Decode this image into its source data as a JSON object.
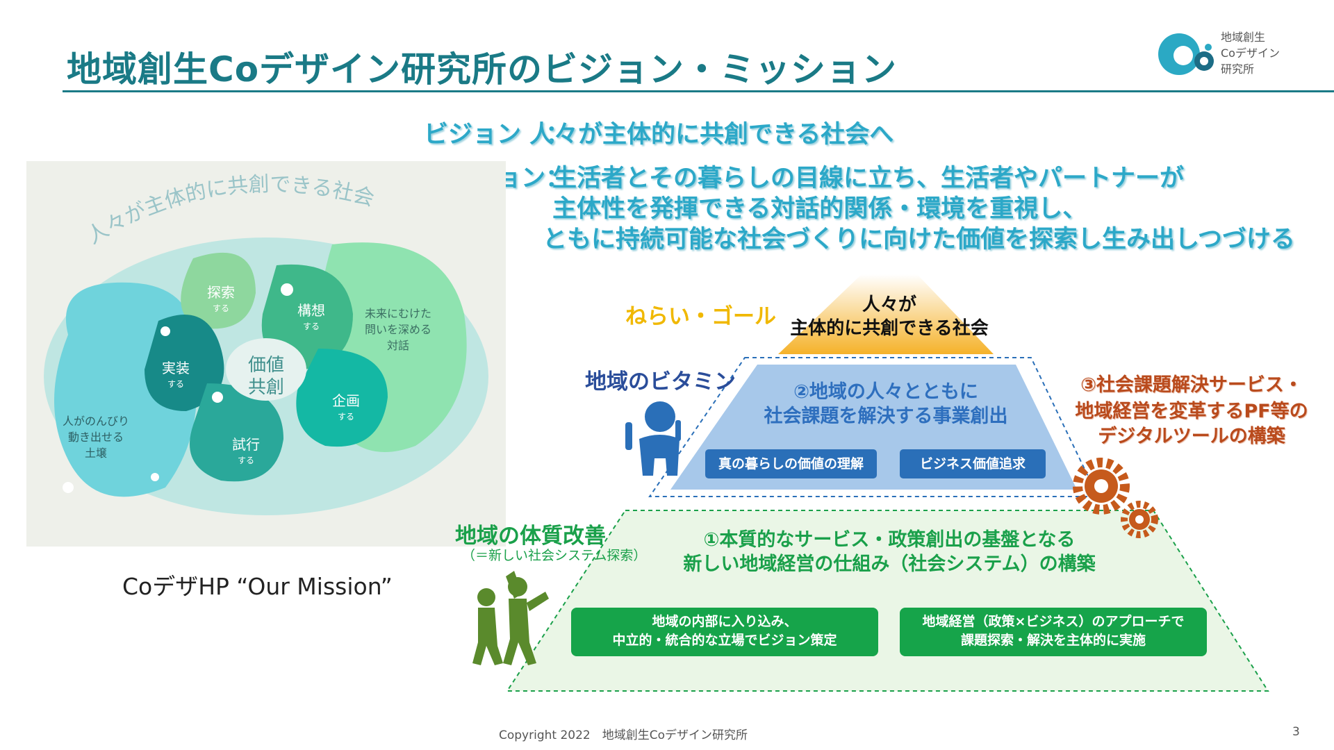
{
  "slide": {
    "title": "地域創生Coデザイン研究所のビジョン・ミッション",
    "logo_text": "地域創生\nCoデザイン\n研究所",
    "colors": {
      "title": "#1a7a86",
      "vision": "#2ca8c8",
      "goal": "#f0b800",
      "vitamin": "#2a4d9a",
      "service": "#b94a1c",
      "base": "#1aa04a"
    }
  },
  "vision": {
    "label": "ビジョン　：",
    "text": "人々が主体的に共創できる社会へ"
  },
  "mission": {
    "label": "ミッション：",
    "lines": [
      "生活者とその暮らしの目線に立ち、生活者やパートナーが",
      "主体性を発揮できる対話的関係・環境を重視し、",
      "ともに持続可能な社会づくりに向けた価値を探索し生み出しつづける"
    ]
  },
  "illustration": {
    "arc_text": "人々が主体的に共創できる社会",
    "center": [
      "価値",
      "共創"
    ],
    "nodes": [
      {
        "label": "探索",
        "sub": "する"
      },
      {
        "label": "構想",
        "sub": "する"
      },
      {
        "label": "実装",
        "sub": "する"
      },
      {
        "label": "企画",
        "sub": "する"
      },
      {
        "label": "試行",
        "sub": "する"
      }
    ],
    "right_note": [
      "未来にむけた",
      "問いを深める",
      "対話"
    ],
    "left_note": [
      "人がのんびり",
      "動き出せる",
      "土壌"
    ],
    "caption": "CoデザHP “Our Mission”"
  },
  "pyramid": {
    "goal": {
      "label": "ねらい・ゴール",
      "lines": [
        "人々が",
        "主体的に共創できる社会"
      ]
    },
    "vitamin": {
      "label": "地域のビタミン",
      "lines": [
        "②地域の人々とともに",
        "社会課題を解決する事業創出"
      ],
      "buttons": [
        "真の暮らしの価値の理解",
        "ビジネス価値追求"
      ]
    },
    "service": {
      "lines": [
        "③社会課題解決サービス・",
        "地域経営を変革するPF等の",
        "デジタルツールの構築"
      ]
    },
    "base": {
      "label": "地域の体質改善",
      "sub": "（＝新しい社会システム探索）",
      "lines": [
        "①本質的なサービス・政策創出の基盤となる",
        "新しい地域経営の仕組み（社会システム）の構築"
      ],
      "button1": [
        "地域の内部に入り込み、",
        "中立的・統合的な立場でビジョン策定"
      ],
      "button2": [
        "地域経営（政策×ビジネス）のアプローチで",
        "課題探索・解決を主体的に実施"
      ]
    }
  },
  "footer": {
    "copyright": "Copyright 2022　地域創生Coデザイン研究所",
    "page": "3"
  }
}
